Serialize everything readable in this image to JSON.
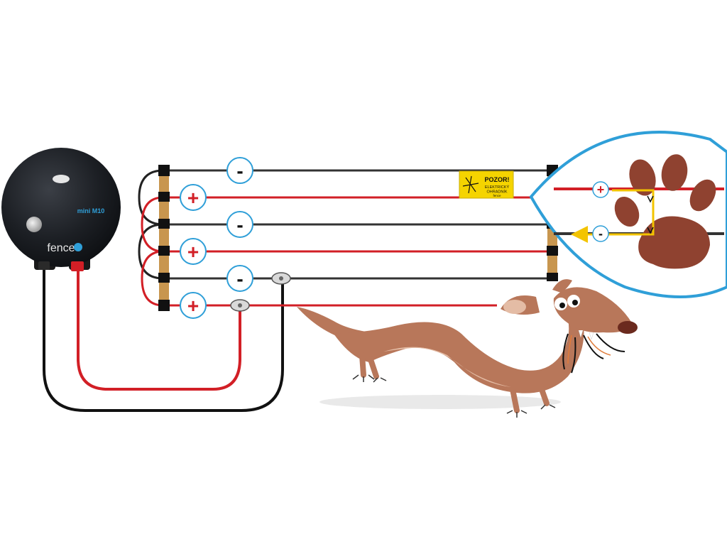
{
  "energizer": {
    "model": "mini M10",
    "brand": "fence"
  },
  "sign": {
    "title": "POZOR!",
    "line1": "ELEKTRICKÝ",
    "line2": "OHRADNÍK",
    "brand": "fence"
  },
  "symbols": {
    "plus": "+",
    "minus": "-"
  },
  "wires": [
    {
      "polarity": "minus",
      "color": "#333333"
    },
    {
      "polarity": "plus",
      "color": "#d21f26"
    },
    {
      "polarity": "minus",
      "color": "#333333"
    },
    {
      "polarity": "plus",
      "color": "#d21f26"
    },
    {
      "polarity": "minus",
      "color": "#333333"
    },
    {
      "polarity": "plus",
      "color": "#d21f26"
    }
  ],
  "colors": {
    "positive": "#d21f26",
    "negative": "#333333",
    "post": "#c8964f",
    "callout": "#2f9fd8",
    "animal": "#b8775a",
    "paw": "#8f4230",
    "sign": "#f5d400",
    "current": "#f3c400"
  }
}
